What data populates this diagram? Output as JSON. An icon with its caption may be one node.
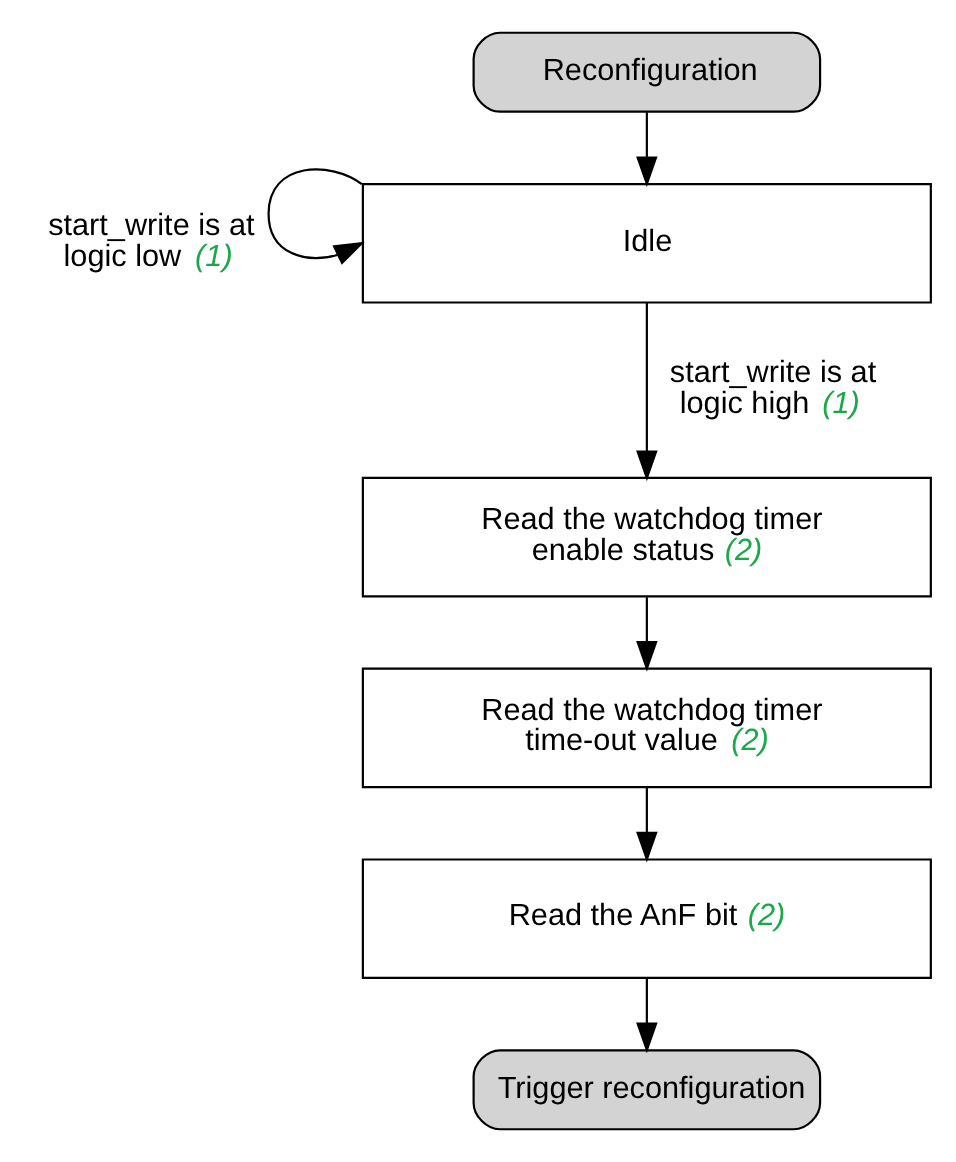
{
  "diagram": {
    "nodes": [
      {
        "text": [
          "Reconfiguration"
        ]
      },
      {
        "text": [
          "Idle"
        ]
      },
      {
        "text": [
          "Read the watchdog timer enable status *(2)*"
        ]
      },
      {
        "text": [
          "Read the watchdog timer time-out value *(2)*"
        ]
      },
      {
        "text": [
          "Read the AnF bit *(2)*"
        ]
      },
      {
        "text": [
          "Trigger reconfiguration"
        ]
      }
    ],
    "edges": [
      {
        "from": 0,
        "to": 1,
        "arrow": "to"
      },
      {
        "from": 1,
        "to": 1,
        "arrow": "to",
        "label": "start_write is at logic low *(1)*"
      },
      {
        "from": 1,
        "to": 2,
        "arrow": "to",
        "label": "start_write is at logic high *(1)*"
      },
      {
        "from": 2,
        "to": 3,
        "arrow": "to"
      },
      {
        "from": 3,
        "to": 4,
        "arrow": "to"
      },
      {
        "from": 4,
        "to": 5,
        "arrow": "to"
      }
    ]
  }
}
